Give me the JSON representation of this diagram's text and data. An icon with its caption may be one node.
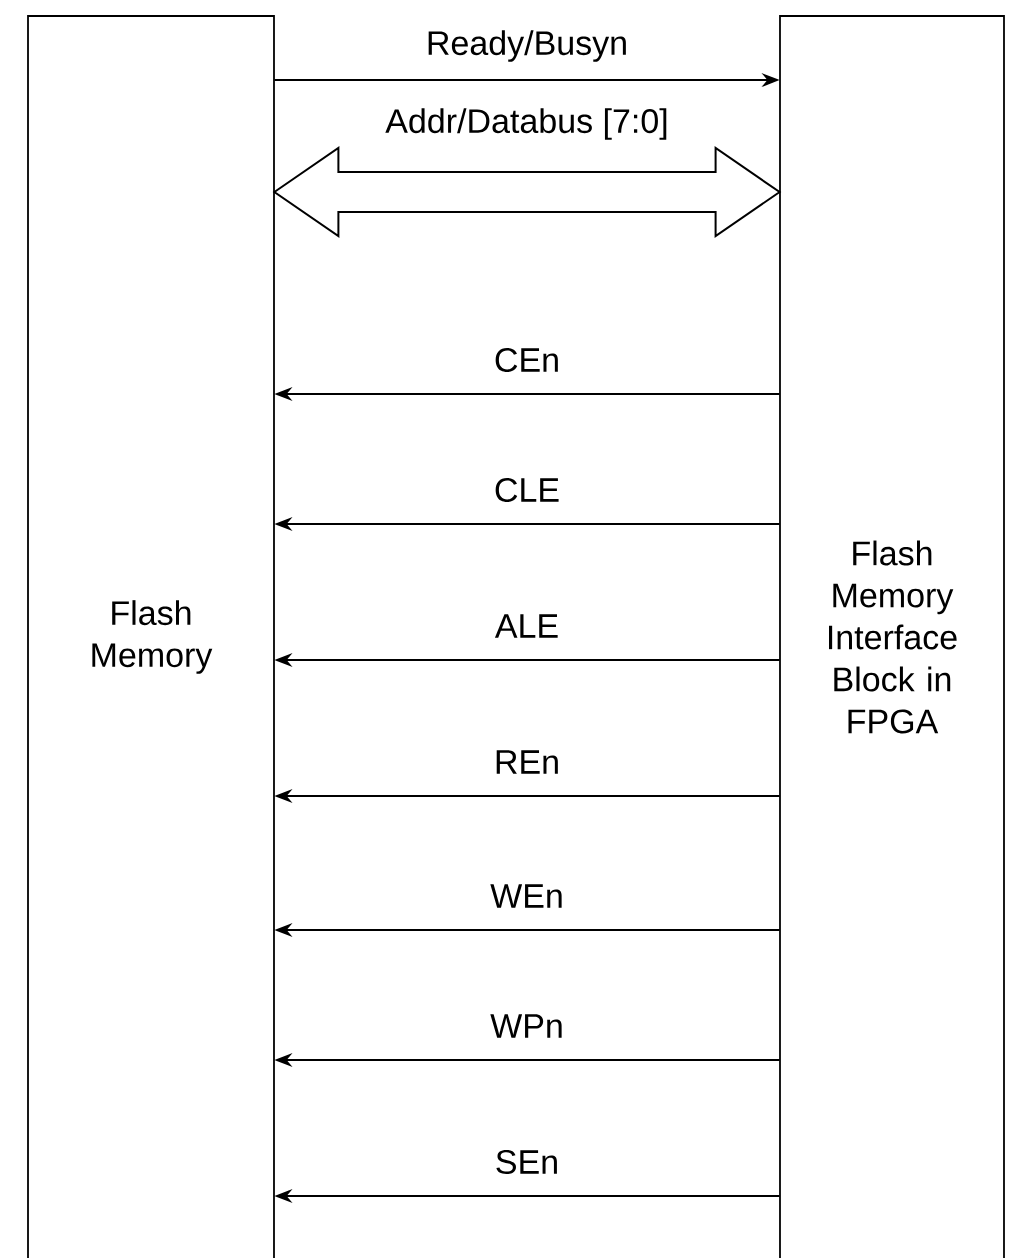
{
  "diagram": {
    "nodes": [
      {
        "text": [
          "Flash Memory"
        ]
      },
      {
        "text": [
          "Flash Memory Interface Block in FPGA"
        ]
      }
    ],
    "edges": [
      {
        "from": 0,
        "to": 1,
        "arrow": "to",
        "label": "Ready/Busyn"
      },
      {
        "from": 0,
        "to": 1,
        "arrow": "both",
        "label": "Addr/Databus [7:0]",
        "style": "thick"
      },
      {
        "from": 1,
        "to": 0,
        "arrow": "to",
        "label": "CEn"
      },
      {
        "from": 1,
        "to": 0,
        "arrow": "to",
        "label": "CLE"
      },
      {
        "from": 1,
        "to": 0,
        "arrow": "to",
        "label": "ALE"
      },
      {
        "from": 1,
        "to": 0,
        "arrow": "to",
        "label": "REn"
      },
      {
        "from": 1,
        "to": 0,
        "arrow": "to",
        "label": "WEn"
      },
      {
        "from": 1,
        "to": 0,
        "arrow": "to",
        "label": "WPn"
      },
      {
        "from": 1,
        "to": 0,
        "arrow": "to",
        "label": "SEn"
      }
    ]
  }
}
